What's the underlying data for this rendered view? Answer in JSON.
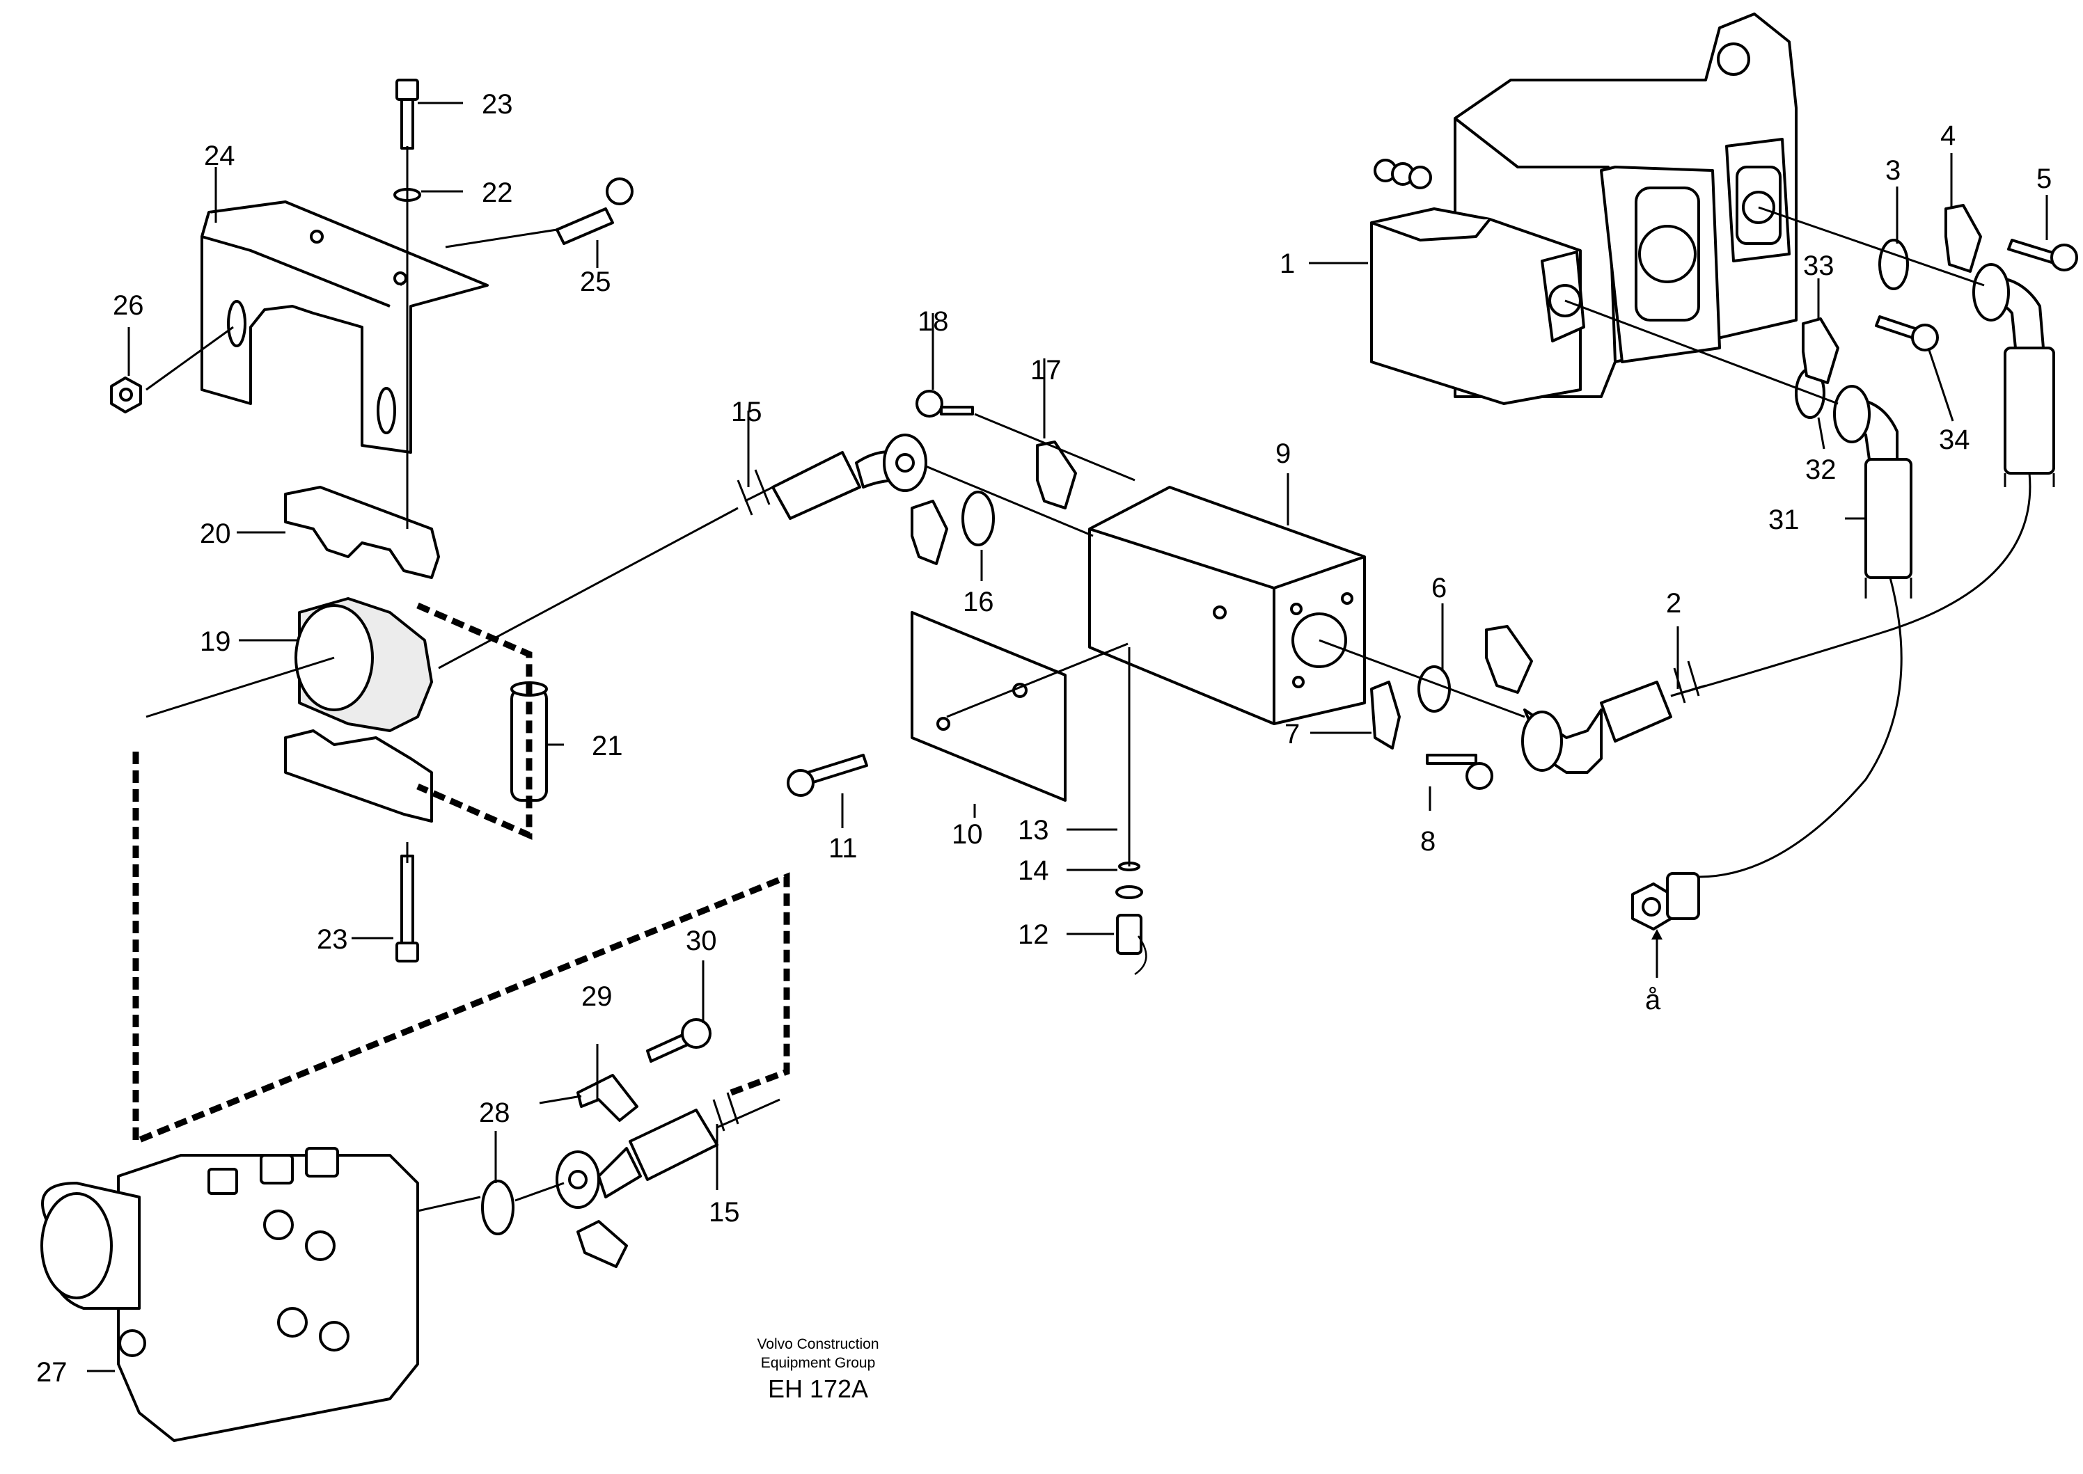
{
  "diagram": {
    "labels": {
      "p1": "1",
      "p2": "2",
      "p3": "3",
      "p4": "4",
      "p5": "5",
      "p6": "6",
      "p7": "7",
      "p8": "8",
      "p9": "9",
      "p10": "10",
      "p11": "11",
      "p12": "12",
      "p13": "13",
      "p14": "14",
      "p15a": "15",
      "p15b": "15",
      "p16": "16",
      "p17": "17",
      "p18": "18",
      "p19": "19",
      "p20": "20",
      "p21": "21",
      "p22": "22",
      "p23a": "23",
      "p23b": "23",
      "p24": "24",
      "p25": "25",
      "p26": "26",
      "p27": "27",
      "p28": "28",
      "p29": "29",
      "p30": "30",
      "p31": "31",
      "p32": "32",
      "p33": "33",
      "p34": "34"
    },
    "connection_marker": "å",
    "caption": {
      "line1": "Volvo Construction",
      "line2": "Equipment Group",
      "code": "EH 172A"
    }
  }
}
